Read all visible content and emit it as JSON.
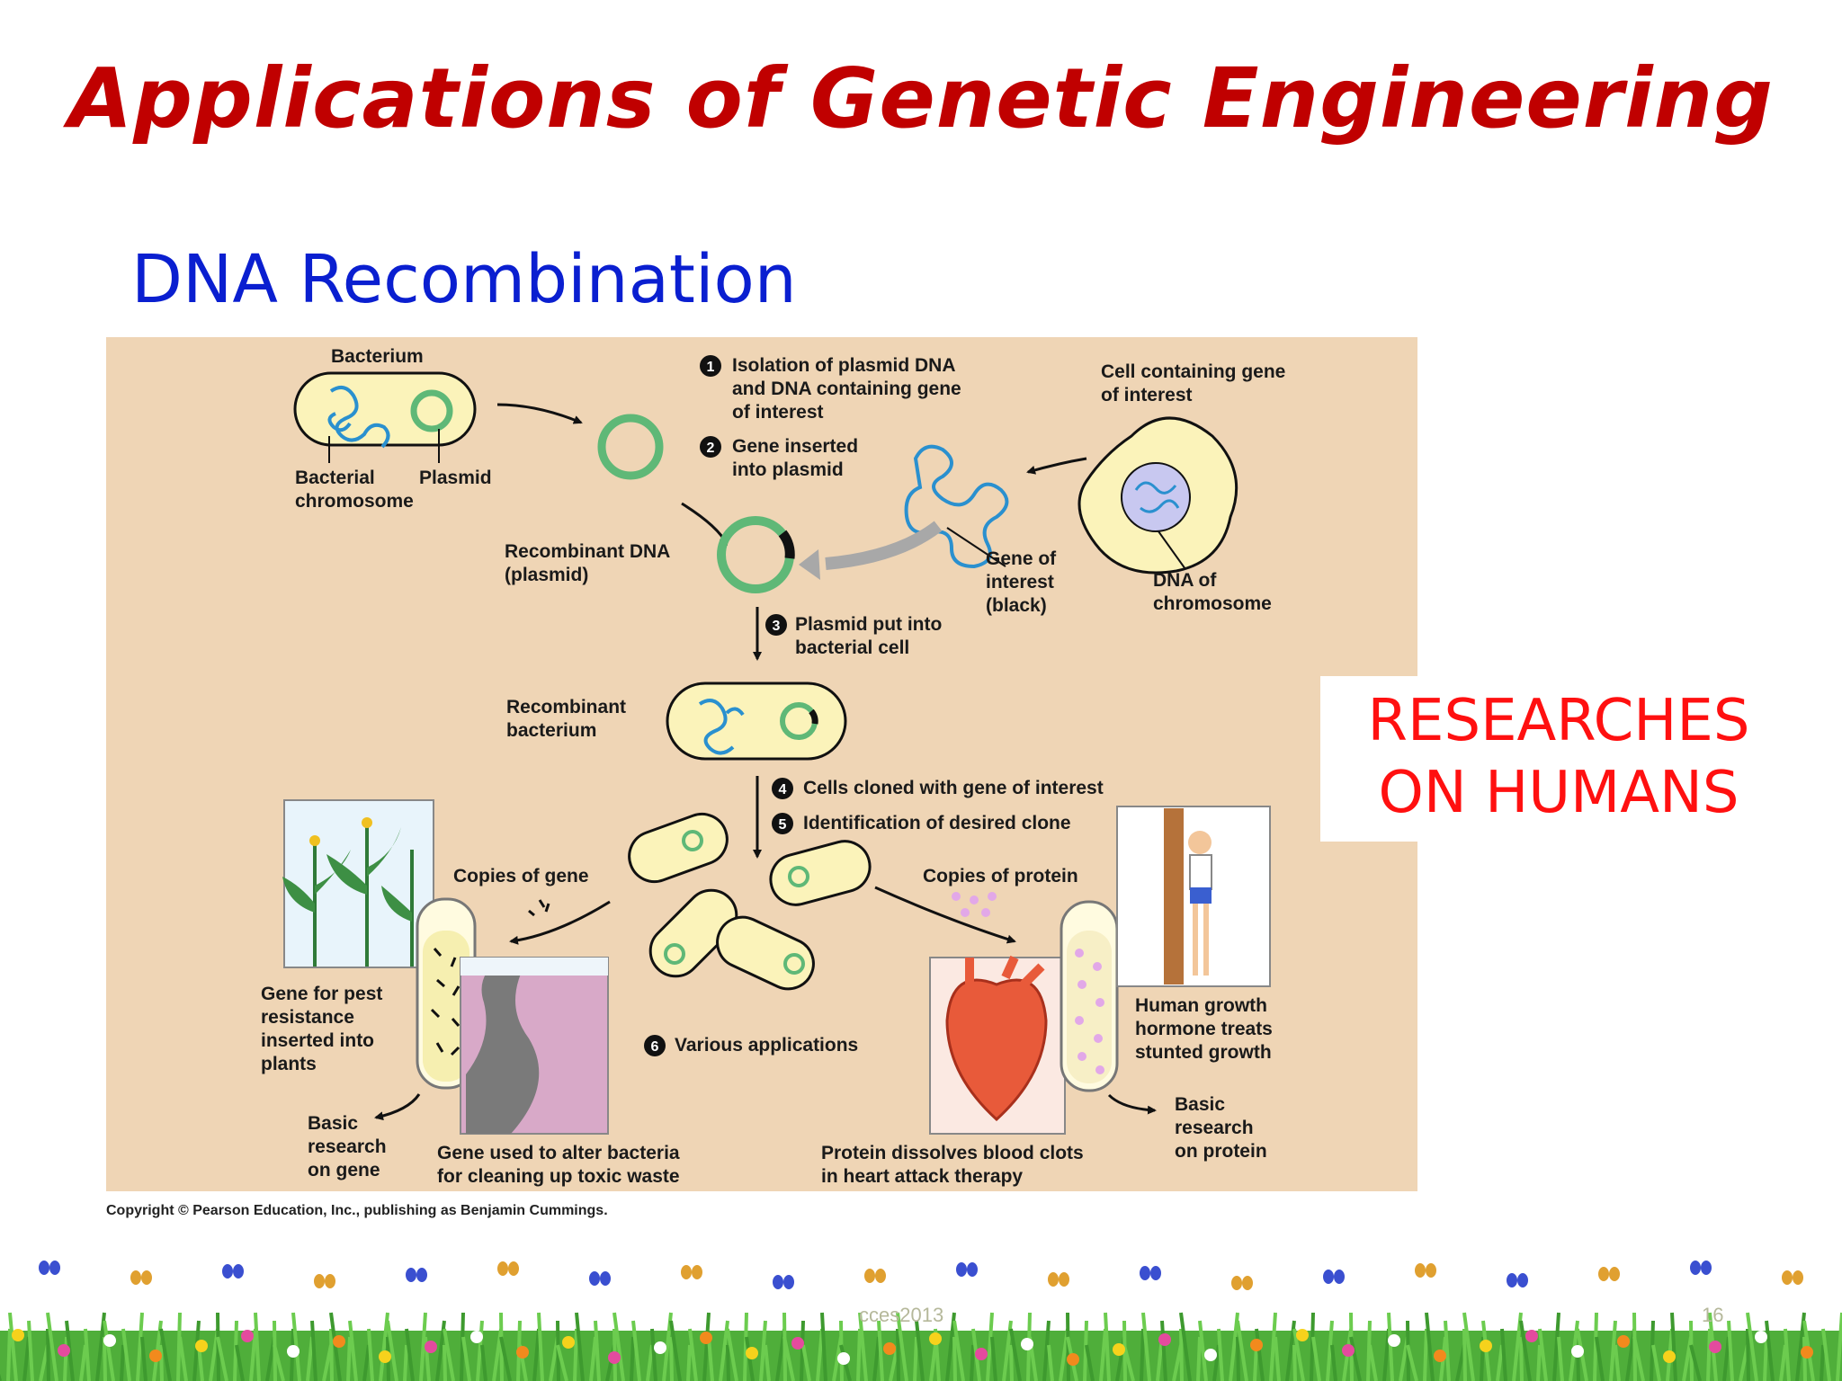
{
  "slide": {
    "title": "Applications of Genetic Engineering",
    "subtitle": "DNA Recombination",
    "side_note_lines": [
      "RESEARCHES",
      "ON HUMANS"
    ],
    "copyright": "Copyright © Pearson Education, Inc., publishing as Benjamin Cummings.",
    "footer_text": "cces2013",
    "page_number": "16"
  },
  "diagram": {
    "labels": {
      "bacterium": "Bacterium",
      "bacterial_chromosome_1": "Bacterial",
      "bacterial_chromosome_2": "chromosome",
      "plasmid": "Plasmid",
      "cell_gene_1": "Cell containing gene",
      "cell_gene_2": "of interest",
      "recombinant_dna_1": "Recombinant DNA",
      "recombinant_dna_2": "(plasmid)",
      "gene_interest_1": "Gene of",
      "gene_interest_2": "interest",
      "gene_interest_3": "(black)",
      "dna_chromosome_1": "DNA of",
      "dna_chromosome_2": "chromosome",
      "recombinant_bacterium_1": "Recombinant",
      "recombinant_bacterium_2": "bacterium",
      "copies_gene": "Copies of gene",
      "copies_protein": "Copies of protein",
      "pest_1": "Gene for pest",
      "pest_2": "resistance",
      "pest_3": "inserted into",
      "pest_4": "plants",
      "basic_gene_1": "Basic",
      "basic_gene_2": "research",
      "basic_gene_3": "on gene",
      "toxic_1": "Gene used to alter bacteria",
      "toxic_2": "for cleaning up toxic waste",
      "clots_1": "Protein dissolves blood clots",
      "clots_2": "in heart attack therapy",
      "growth_1": "Human growth",
      "growth_2": "hormone treats",
      "growth_3": "stunted growth",
      "basic_protein_1": "Basic",
      "basic_protein_2": "research",
      "basic_protein_3": "on protein"
    },
    "steps": {
      "s1_line1": "Isolation of plasmid DNA",
      "s1_line2": "and DNA containing gene",
      "s1_line3": "of interest",
      "s2_line1": "Gene inserted",
      "s2_line2": "into plasmid",
      "s3_line1": "Plasmid put into",
      "s3_line2": "bacterial cell",
      "s4": "Cells cloned with gene of interest",
      "s5": "Identification of desired clone",
      "s6": "Various applications"
    },
    "step_numbers": [
      "1",
      "2",
      "3",
      "4",
      "5",
      "6"
    ]
  },
  "colors": {
    "title": "#c00000",
    "subtitle": "#0a1fd0",
    "side_note": "#ff1010",
    "diagram_bg": "#efd5b5",
    "cell_fill": "#fbf3ba",
    "plasmid_green": "#5fb877",
    "dna_blue": "#2a90cf"
  }
}
